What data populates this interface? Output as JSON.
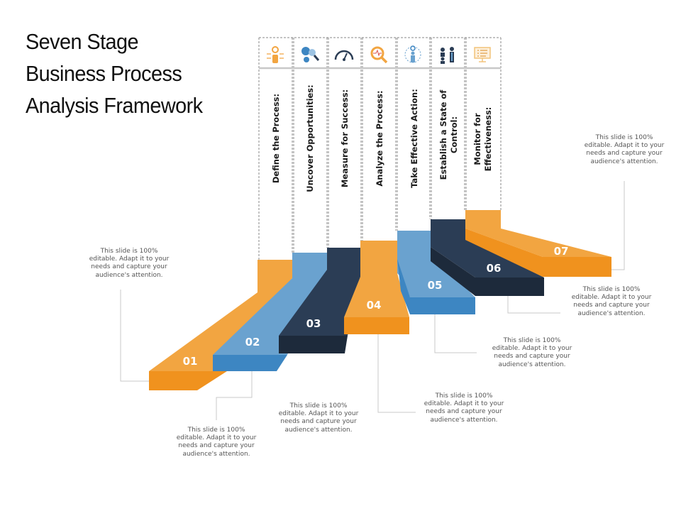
{
  "title": {
    "lines": [
      "Seven Stage",
      "Business Process",
      "Analysis Framework"
    ]
  },
  "colors": {
    "orange_top": "#f2a541",
    "orange_front": "#f0921e",
    "blue_top": "#6aa2cf",
    "blue_front": "#3d86c2",
    "navy_top": "#2b3d55",
    "navy_front": "#1d2a3b",
    "text": "#555555"
  },
  "stages": [
    {
      "number": "01",
      "label": "Define the Process:",
      "icon": "hand-gear-circuit-icon",
      "callout": "This slide is 100% editable. Adapt it to your needs and capture your audience's attention."
    },
    {
      "number": "02",
      "label": "Uncover Opportunities:",
      "icon": "gears-magnifier-icon",
      "callout": "This slide is 100% editable. Adapt it to your needs and capture your audience's attention."
    },
    {
      "number": "03",
      "label": "Measure for Success:",
      "icon": "speedometer-icon",
      "callout": "This slide is 100% editable. Adapt it to your needs and capture your audience's attention."
    },
    {
      "number": "04",
      "label": "Analyze the Process:",
      "icon": "magnifier-pulse-icon",
      "callout": "This slide is 100% editable. Adapt it to your needs and capture your audience's attention."
    },
    {
      "number": "05",
      "label": "Take Effective Action:",
      "icon": "person-gear-icon",
      "callout": "This slide is 100% editable. Adapt it to your needs and capture your audience's attention."
    },
    {
      "number": "06",
      "label": "Establish a State of Control:",
      "icon": "team-people-icon",
      "callout": "This slide is 100% editable. Adapt it to your needs and capture your audience's attention."
    },
    {
      "number": "07",
      "label": "Monitor for Effectiveness:",
      "icon": "monitor-checklist-icon",
      "callout": "This slide is 100% editable. Adapt it to your needs and capture your audience's attention."
    }
  ]
}
